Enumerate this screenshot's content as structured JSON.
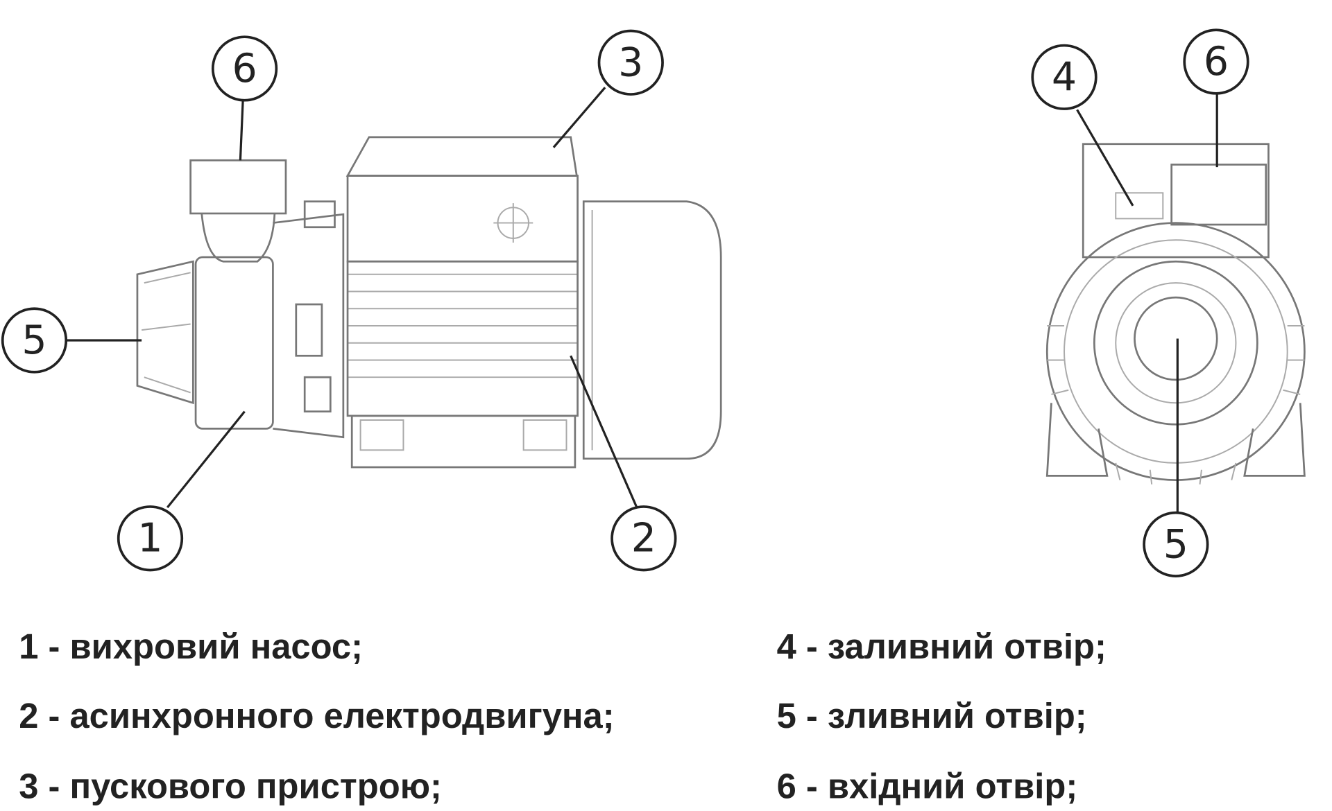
{
  "callouts": {
    "side_view": [
      "6",
      "3",
      "5",
      "1",
      "2"
    ],
    "front_view": [
      "4",
      "6",
      "5"
    ]
  },
  "legend": {
    "left": [
      "1 - вихровий насос;",
      "2 - асинхронного електродвигуна;",
      "3 - пускового пристрою;"
    ],
    "right": [
      "4 - заливний отвір;",
      "5 - зливний отвір;",
      "6 - вхідний отвір;"
    ]
  }
}
